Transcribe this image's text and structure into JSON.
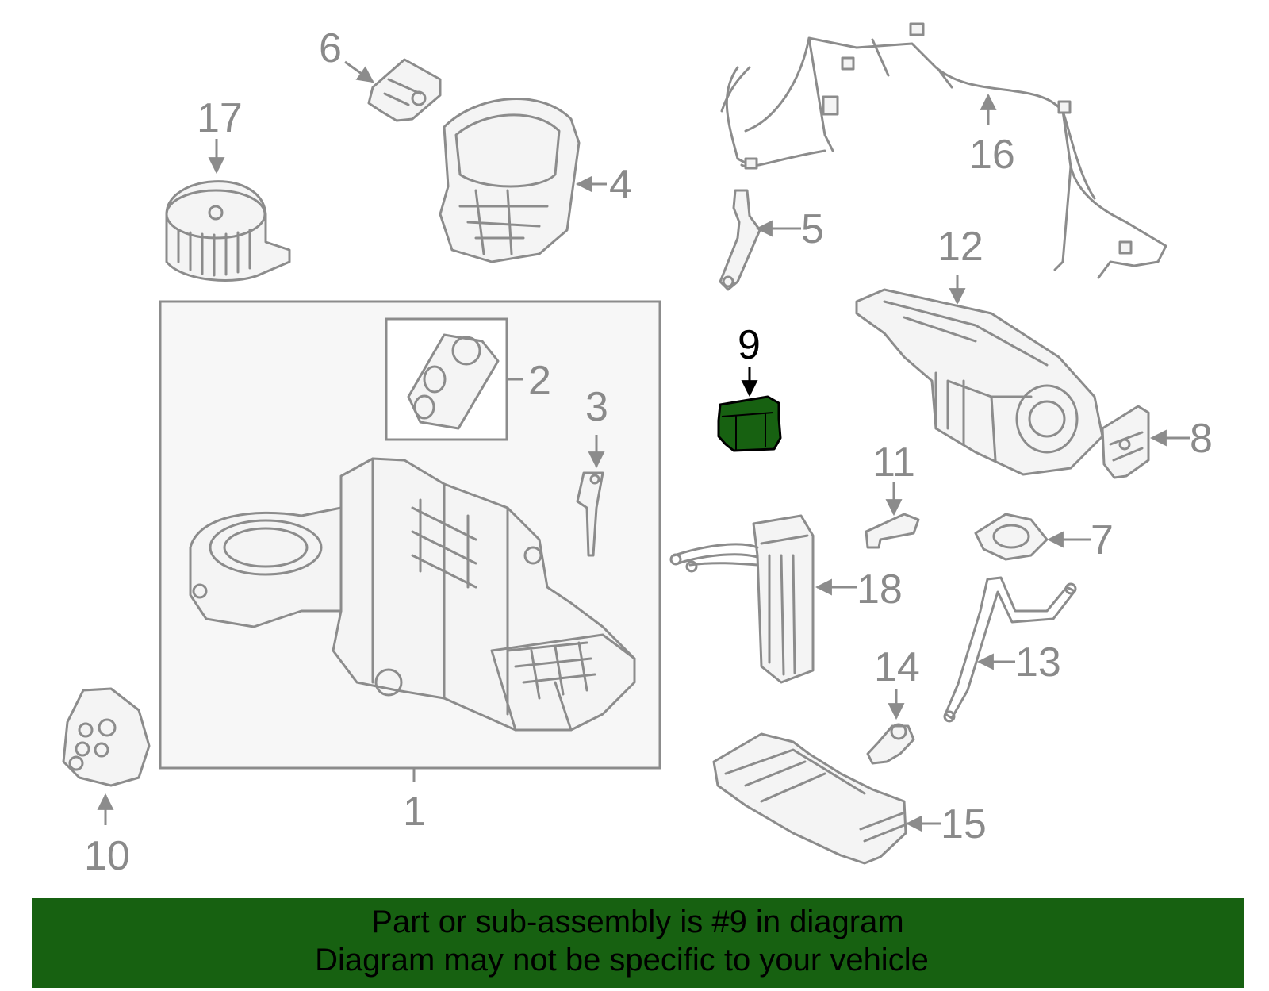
{
  "colors": {
    "highlight": "#176111",
    "banner_bg": "#176111",
    "line_gray": "#8c8c8c",
    "label_gray": "#8a8a8a",
    "assembly_box_bg": "#f7f7f7"
  },
  "callouts": {
    "c1": "1",
    "c2": "2",
    "c3": "3",
    "c4": "4",
    "c5": "5",
    "c6": "6",
    "c7": "7",
    "c8": "8",
    "c9": "9",
    "c10": "10",
    "c11": "11",
    "c12": "12",
    "c13": "13",
    "c14": "14",
    "c15": "15",
    "c16": "16",
    "c17": "17",
    "c18": "18"
  },
  "highlighted_part": "9",
  "banner": {
    "line1": "Part or sub-assembly is #9 in diagram",
    "line2": "Diagram may not be specific to your vehicle"
  }
}
